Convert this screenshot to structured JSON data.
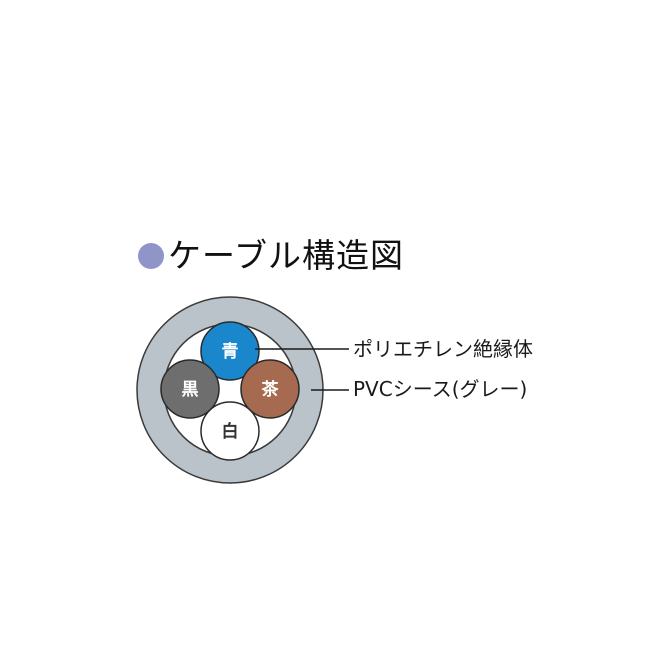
{
  "heading": {
    "title": "ケーブル構造図",
    "bullet_color": "#8f95c8"
  },
  "diagram": {
    "sheath": {
      "color": "#b9c3c9",
      "stroke": "#3a3a3a"
    },
    "filler_color": "#ffffff",
    "cores": [
      {
        "label": "青",
        "fill": "#1a87cc",
        "text_color": "#ffffff"
      },
      {
        "label": "黒",
        "fill": "#6e6e6e",
        "text_color": "#ffffff"
      },
      {
        "label": "茶",
        "fill": "#a66a50",
        "text_color": "#ffffff"
      },
      {
        "label": "白",
        "fill": "#ffffff",
        "text_color": "#333333"
      }
    ],
    "callouts": [
      {
        "label": "ポリエチレン絶縁体",
        "target": "core insulation"
      },
      {
        "label": "PVCシース(グレー)",
        "target": "sheath"
      }
    ]
  }
}
